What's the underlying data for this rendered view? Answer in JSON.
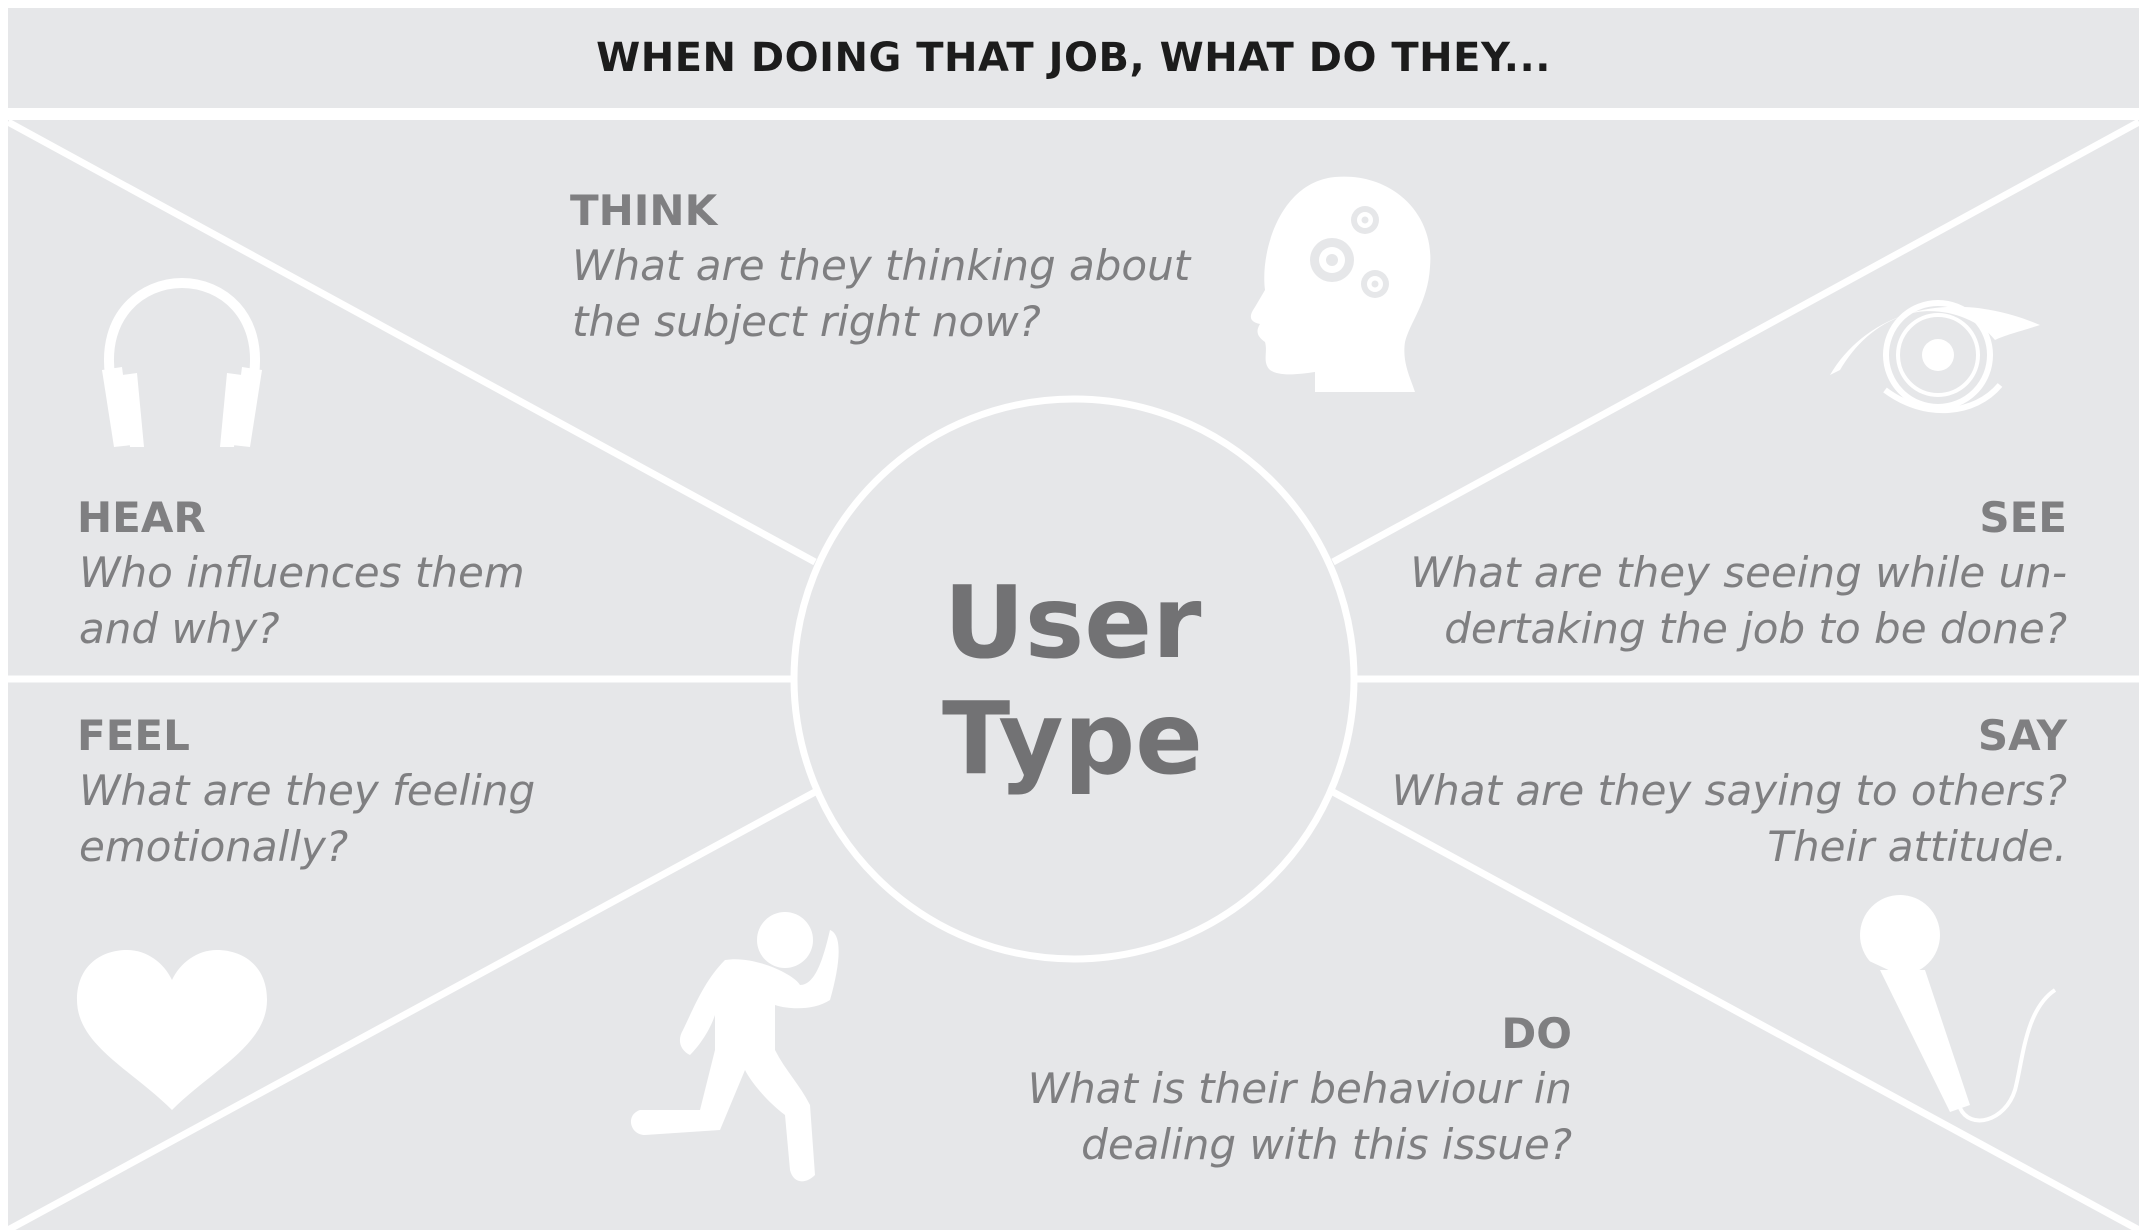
{
  "header": {
    "title": "WHEN DOING THAT JOB, WHAT DO THEY..."
  },
  "center": {
    "line1": "User",
    "line2": "Type"
  },
  "sections": {
    "think": {
      "label": "THINK",
      "question_line1": "What are they thinking about",
      "question_line2": "the subject right now?",
      "icon": "head-gears-icon"
    },
    "hear": {
      "label": "HEAR",
      "question_line1": "Who influences them",
      "question_line2": "and why?",
      "icon": "headphones-icon"
    },
    "see": {
      "label": "SEE",
      "question_line1": "What are they seeing while un-",
      "question_line2": "dertaking the job to be done?",
      "icon": "eye-icon"
    },
    "feel": {
      "label": "FEEL",
      "question_line1": "What are they feeling",
      "question_line2": "emotionally?",
      "icon": "heart-icon"
    },
    "say": {
      "label": "SAY",
      "question_line1": "What are they saying to others?",
      "question_line2": "Their attitude.",
      "icon": "microphone-icon"
    },
    "do": {
      "label": "DO",
      "question_line1": "What is their behaviour in",
      "question_line2": "dealing with this issue?",
      "icon": "running-person-icon"
    }
  },
  "colors": {
    "panel": "#e6e7e9",
    "lines": "#ffffff",
    "text": "#7f7f81",
    "header_text": "#1c1c1c"
  }
}
